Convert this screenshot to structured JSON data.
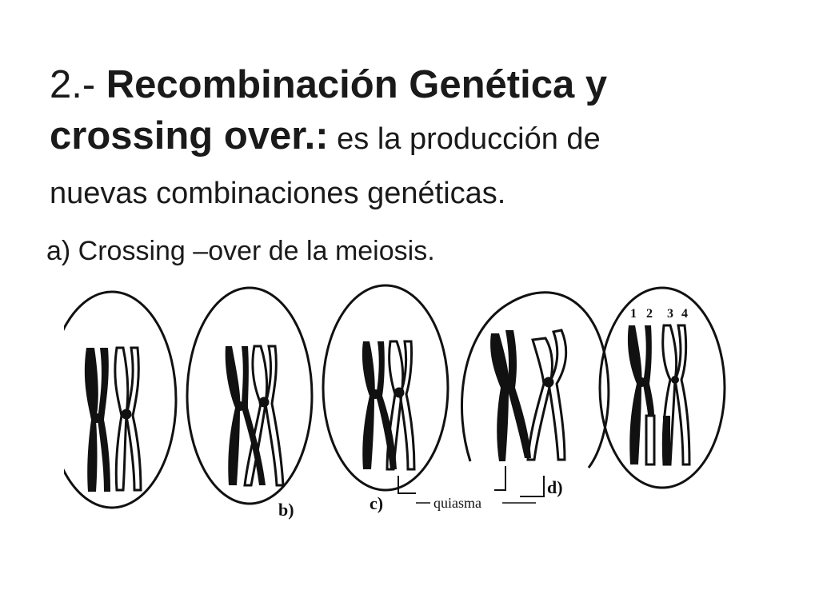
{
  "title": {
    "number": "2.- ",
    "bold_text": "Recombinación Genética  y crossing over.",
    "colon": ":",
    "description_line1": " es la producción de",
    "description_line2": "nuevas combinaciones genéticas."
  },
  "subpoint": "a) Crossing –over de la meiosis.",
  "figure": {
    "stage_labels": [
      "b)",
      "c)",
      "d)"
    ],
    "chromatid_numbers": [
      "1",
      "2",
      "3",
      "4"
    ],
    "chiasma_label": "quiasma",
    "colors": {
      "dark_chromosome": "#111111",
      "outline": "#111111",
      "background": "#ffffff"
    }
  }
}
